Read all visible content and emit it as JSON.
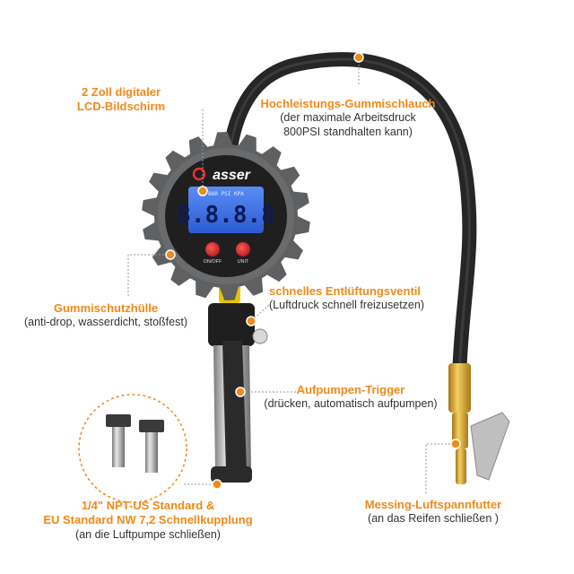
{
  "device": {
    "brand": "asser",
    "lcd_reading": "8.8.8.8",
    "lcd_units": "BAR  PSI  KPA",
    "onoff_label": "ON/OFF",
    "unit_label": "UNIT"
  },
  "callouts": {
    "lcd_screen": {
      "title_1": "2 Zoll digitaler",
      "title_2": "LCD-Bildschirm"
    },
    "hose": {
      "title": "Hochleistungs-Gummischlauch",
      "desc_1": "(der maximale Arbeitsdruck",
      "desc_2": "800PSI standhalten kann)"
    },
    "rubber_cover": {
      "title": "Gummischutzhülle",
      "desc": "(anti-drop, wasserdicht, stoßfest)"
    },
    "vent_valve": {
      "title": "schnelles Entlüftungsventil",
      "desc": "(Luftdruck schnell freizusetzen)"
    },
    "trigger": {
      "title": "Aufpumpen-Trigger",
      "desc": "(drücken, automatisch aufpumpen)"
    },
    "coupling": {
      "title_1": "1/4\" NPT-US Standard &",
      "title_2": "EU Standard NW 7,2 Schnellkupplung",
      "desc": "(an die Luftpumpe schließen)"
    },
    "chuck": {
      "title": "Messing-Luftspannfutter",
      "desc": "(an das Reifen schließen )"
    }
  },
  "colors": {
    "accent": "#f08a18",
    "hose": "#262626",
    "gauge_ring": "#5f6062",
    "lcd": "#3a6fe0",
    "brass": "#d9a520"
  }
}
